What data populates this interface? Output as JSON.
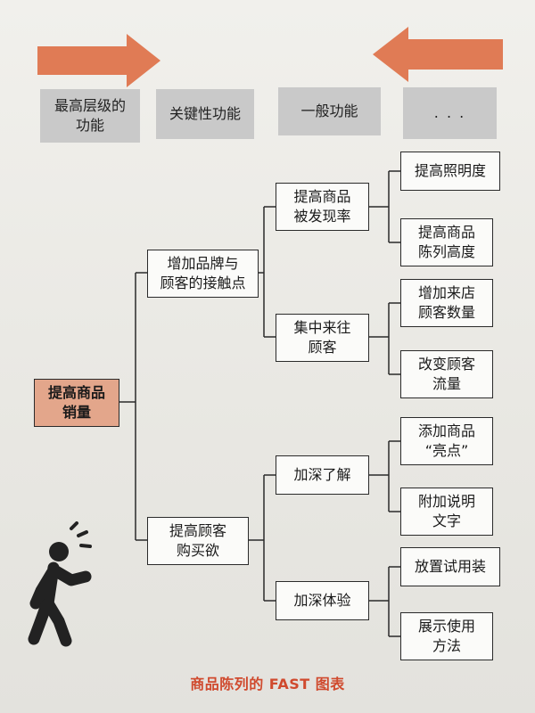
{
  "levels": [
    {
      "label": "最高层级的\n功能"
    },
    {
      "label": "关键性功能"
    },
    {
      "label": "一般功能"
    },
    {
      "label": ". . ."
    }
  ],
  "root": {
    "label": "提高商品\n销量"
  },
  "level2": [
    {
      "label": "增加品牌与\n顾客的接触点"
    },
    {
      "label": "提高顾客\n购买欲"
    }
  ],
  "level3": [
    {
      "label": "提高商品\n被发现率"
    },
    {
      "label": "集中来往\n顾客"
    },
    {
      "label": "加深了解"
    },
    {
      "label": "加深体验"
    }
  ],
  "level4": [
    {
      "label": "提高照明度"
    },
    {
      "label": "提高商品\n陈列高度"
    },
    {
      "label": "增加来店\n顾客数量"
    },
    {
      "label": "改变顾客\n流量"
    },
    {
      "label": "添加商品\n“亮点”"
    },
    {
      "label": "附加说明\n文字"
    },
    {
      "label": "放置试用装"
    },
    {
      "label": "展示使用\n方法"
    }
  ],
  "caption": "商品陈列的 FAST 图表",
  "colors": {
    "arrow": "#e07b55",
    "root_fill": "#e3a68b",
    "level_fill": "#c9c9c9",
    "caption": "#d04a2e"
  },
  "icons": [
    "right-arrow-icon",
    "left-arrow-icon",
    "walking-person-icon"
  ]
}
